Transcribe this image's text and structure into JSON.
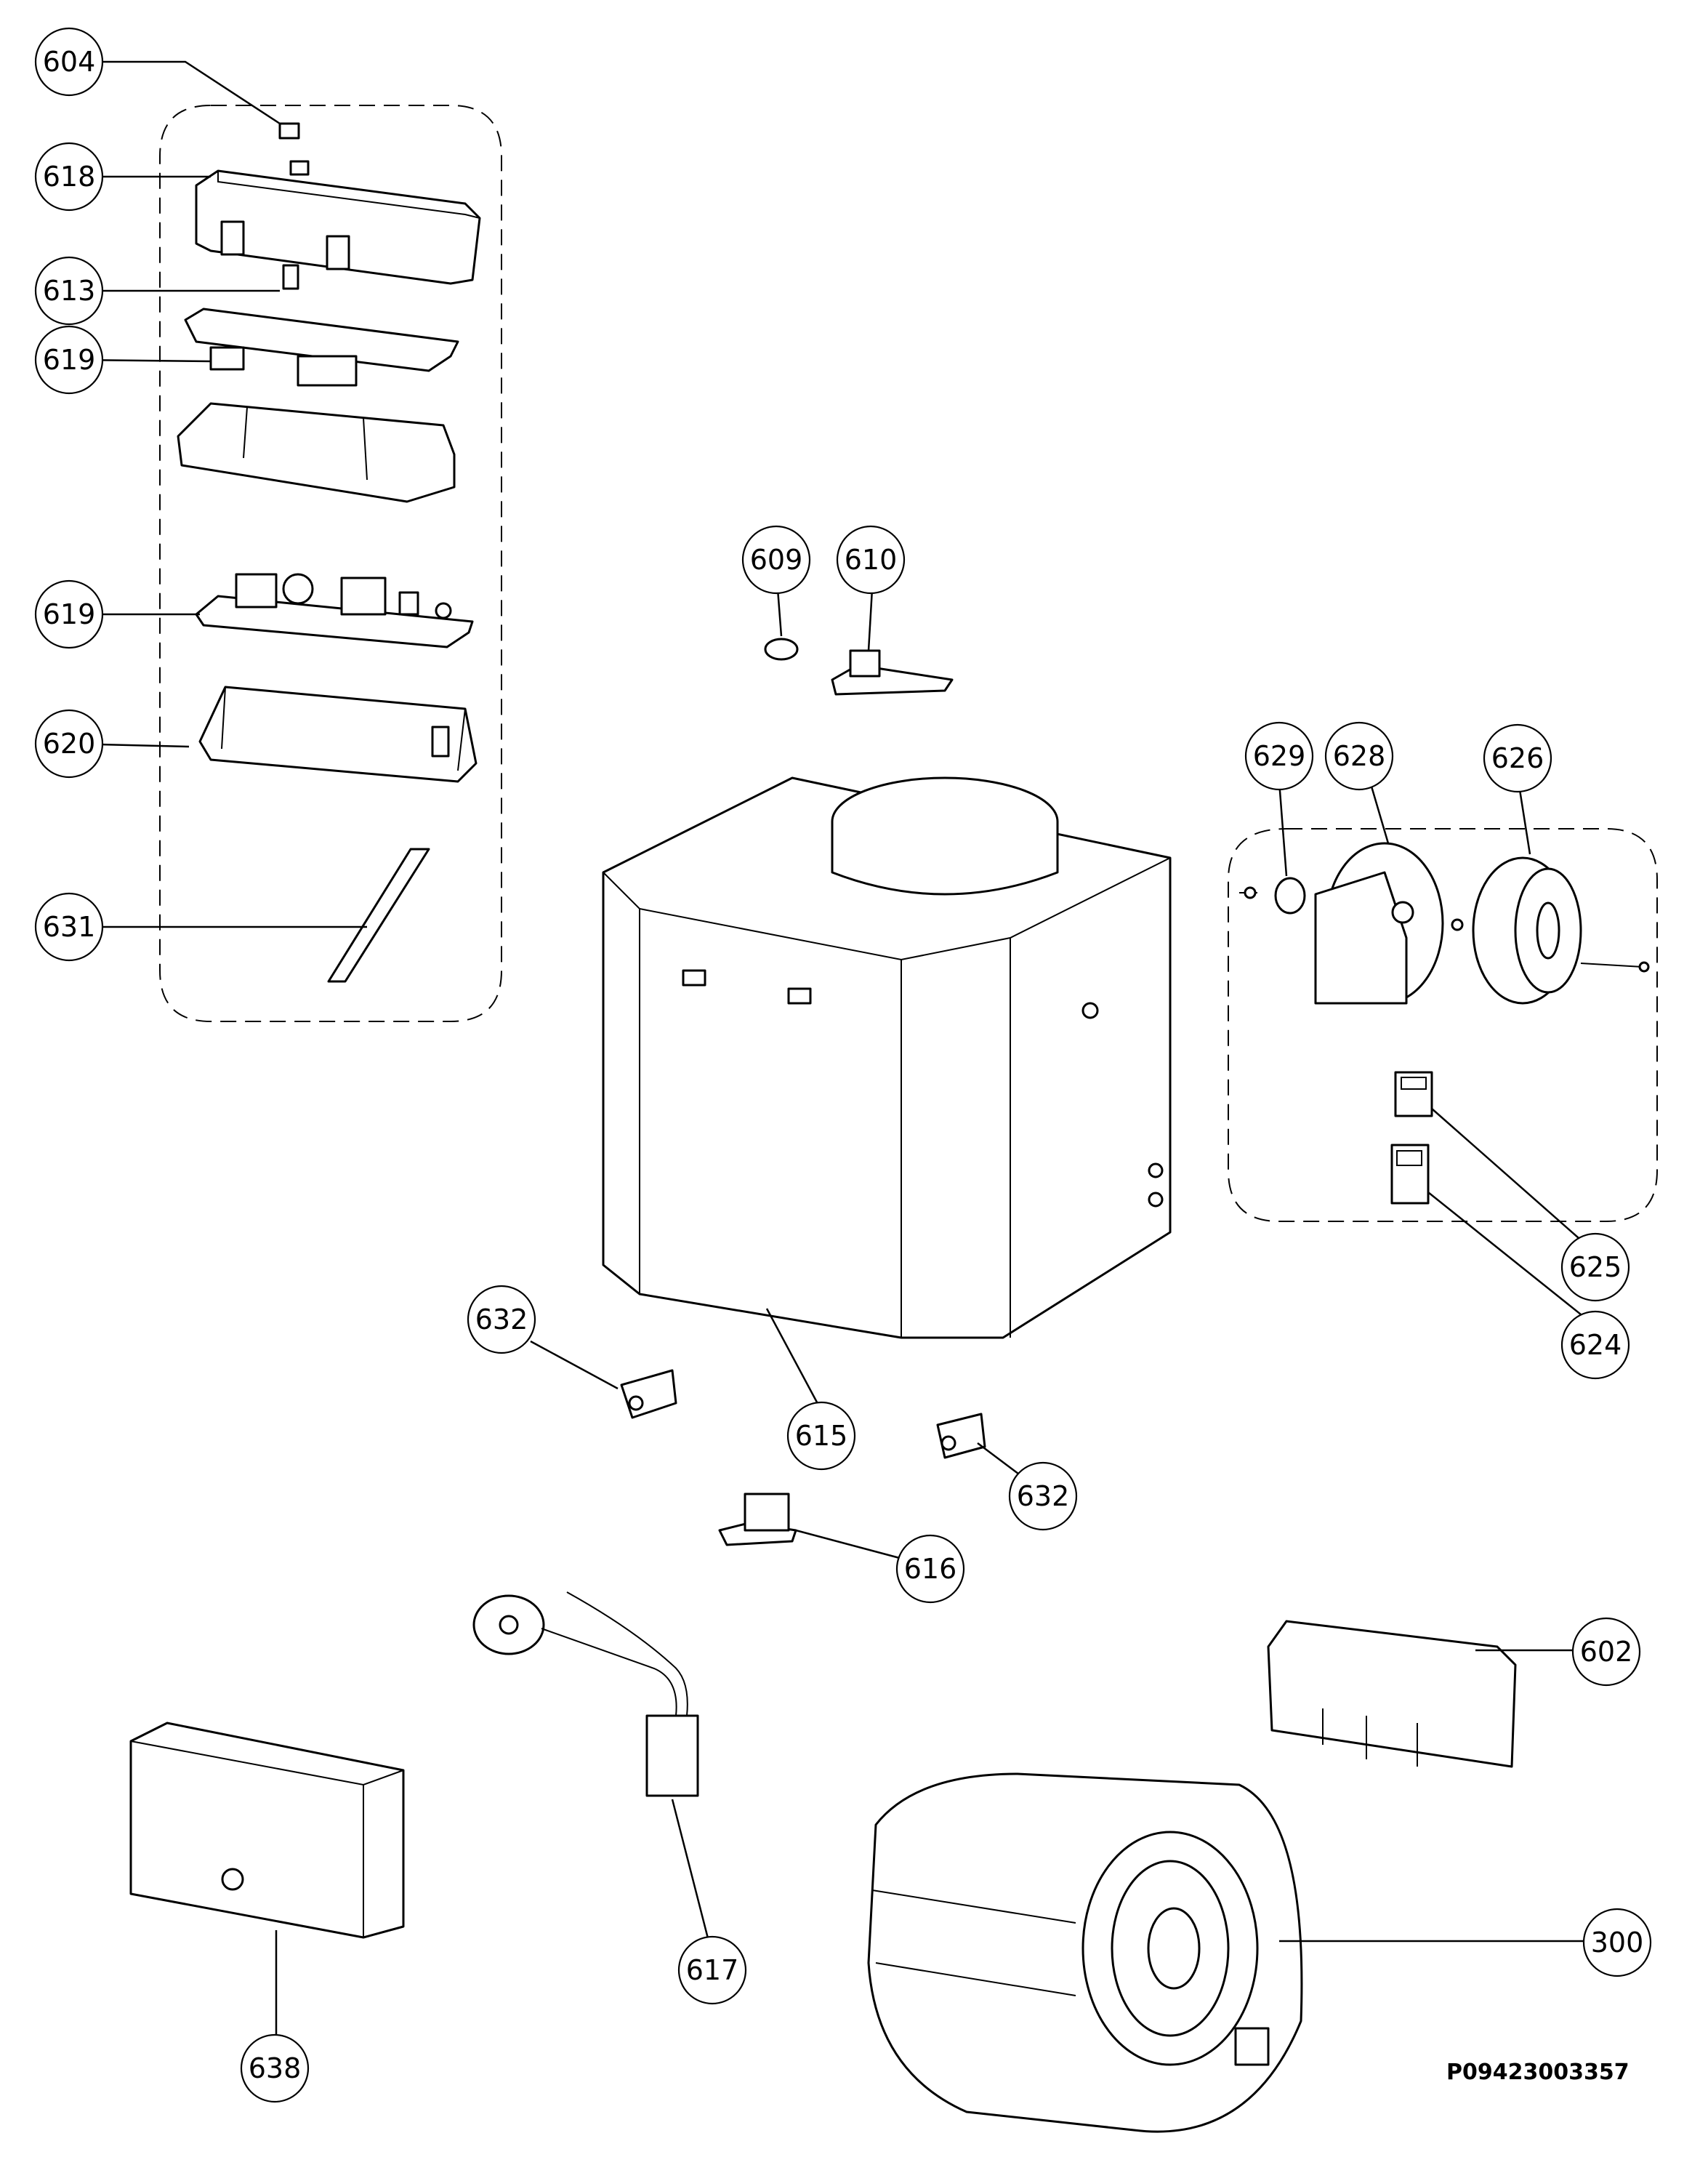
{
  "diagram": {
    "reference_code": "P09423003357",
    "callouts": [
      {
        "id": "604",
        "label": "604"
      },
      {
        "id": "618",
        "label": "618"
      },
      {
        "id": "613",
        "label": "613"
      },
      {
        "id": "619a",
        "label": "619"
      },
      {
        "id": "619b",
        "label": "619"
      },
      {
        "id": "620",
        "label": "620"
      },
      {
        "id": "631",
        "label": "631"
      },
      {
        "id": "609",
        "label": "609"
      },
      {
        "id": "610",
        "label": "610"
      },
      {
        "id": "629",
        "label": "629"
      },
      {
        "id": "628",
        "label": "628"
      },
      {
        "id": "626",
        "label": "626"
      },
      {
        "id": "625",
        "label": "625"
      },
      {
        "id": "624",
        "label": "624"
      },
      {
        "id": "632a",
        "label": "632"
      },
      {
        "id": "615",
        "label": "615"
      },
      {
        "id": "632b",
        "label": "632"
      },
      {
        "id": "616",
        "label": "616"
      },
      {
        "id": "602",
        "label": "602"
      },
      {
        "id": "300",
        "label": "300"
      },
      {
        "id": "617",
        "label": "617"
      },
      {
        "id": "638",
        "label": "638"
      }
    ]
  }
}
